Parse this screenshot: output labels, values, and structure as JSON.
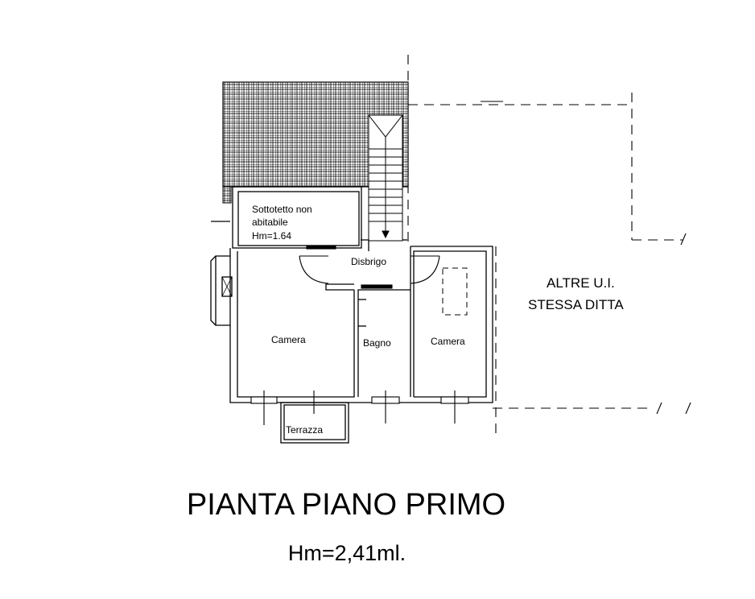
{
  "rooms": {
    "sottotetto_line1": "Sottotetto non",
    "sottotetto_line2": "abitabile",
    "sottotetto_height": "Hm=1.64",
    "disbrigo": "Disbrigo",
    "camera_left": "Camera",
    "bagno": "Bagno",
    "camera_right": "Camera",
    "terrazza": "Terrazza"
  },
  "annotations": {
    "other_units_line1": "ALTRE U.I.",
    "other_units_line2": "STESSA DITTA"
  },
  "title": "PIANTA PIANO PRIMO",
  "subtitle": "Hm=2,41ml."
}
